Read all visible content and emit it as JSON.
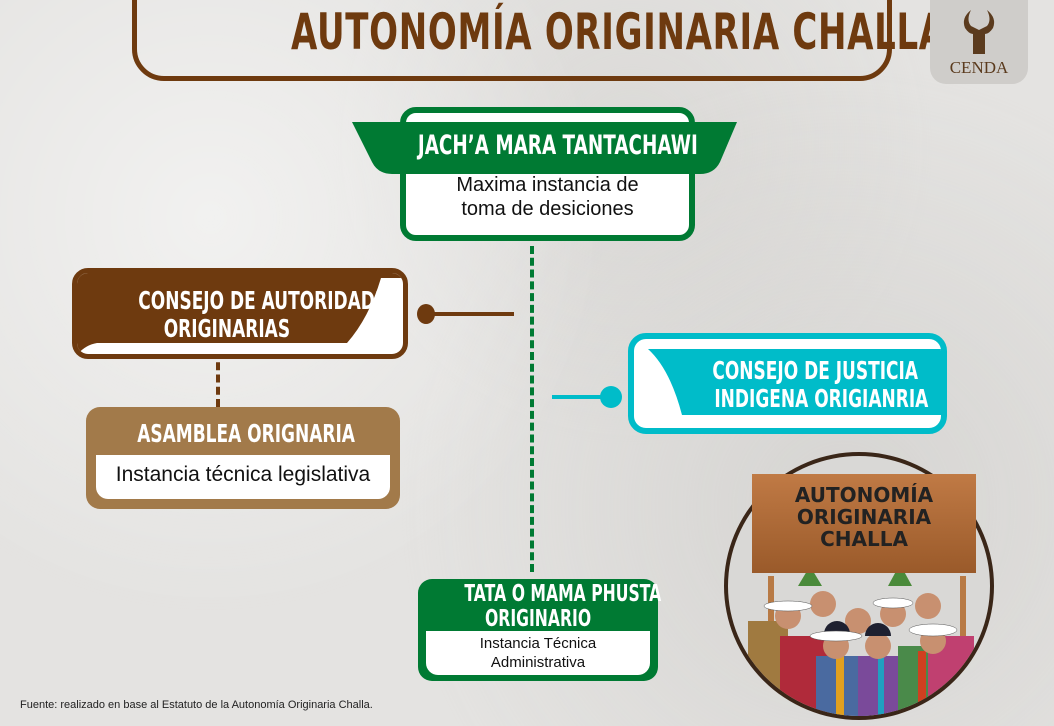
{
  "header": {
    "title": "AUTONOMÍA ORIGINARIA CHALLA",
    "logo_text": "CENDA"
  },
  "nodes": {
    "top": {
      "title": "JACH’A MARA TANTACHAWI",
      "desc": [
        "Maxima instancia de",
        "toma de desiciones"
      ],
      "color": "#007a33"
    },
    "council": {
      "title": [
        "CONSEJO DE AUTORIDADES",
        "ORIGINARIAS"
      ],
      "color": "#6e3a0f"
    },
    "assembly": {
      "title": "ASAMBLEA ORIGNARIA",
      "desc": "Instancia técnica legislativa",
      "color": "#a27a4a"
    },
    "justice": {
      "title": [
        "CONSEJO DE JUSTICIA",
        "INDIGENA ORIGIANRIA"
      ],
      "color": "#00bcc9"
    },
    "phusta": {
      "title": [
        "TATA O MAMA PHUSTA",
        "ORIGINARIO"
      ],
      "desc": [
        "Instancia Técnica",
        "Administrativa"
      ],
      "color": "#007a33"
    }
  },
  "illustration": {
    "sign_text": [
      "AUTONOMÍA",
      "ORIGINARIA",
      "CHALLA"
    ]
  },
  "footer": {
    "source": "Fuente: realizado en base al Estatuto de la Autonomía Originaria Challa."
  }
}
